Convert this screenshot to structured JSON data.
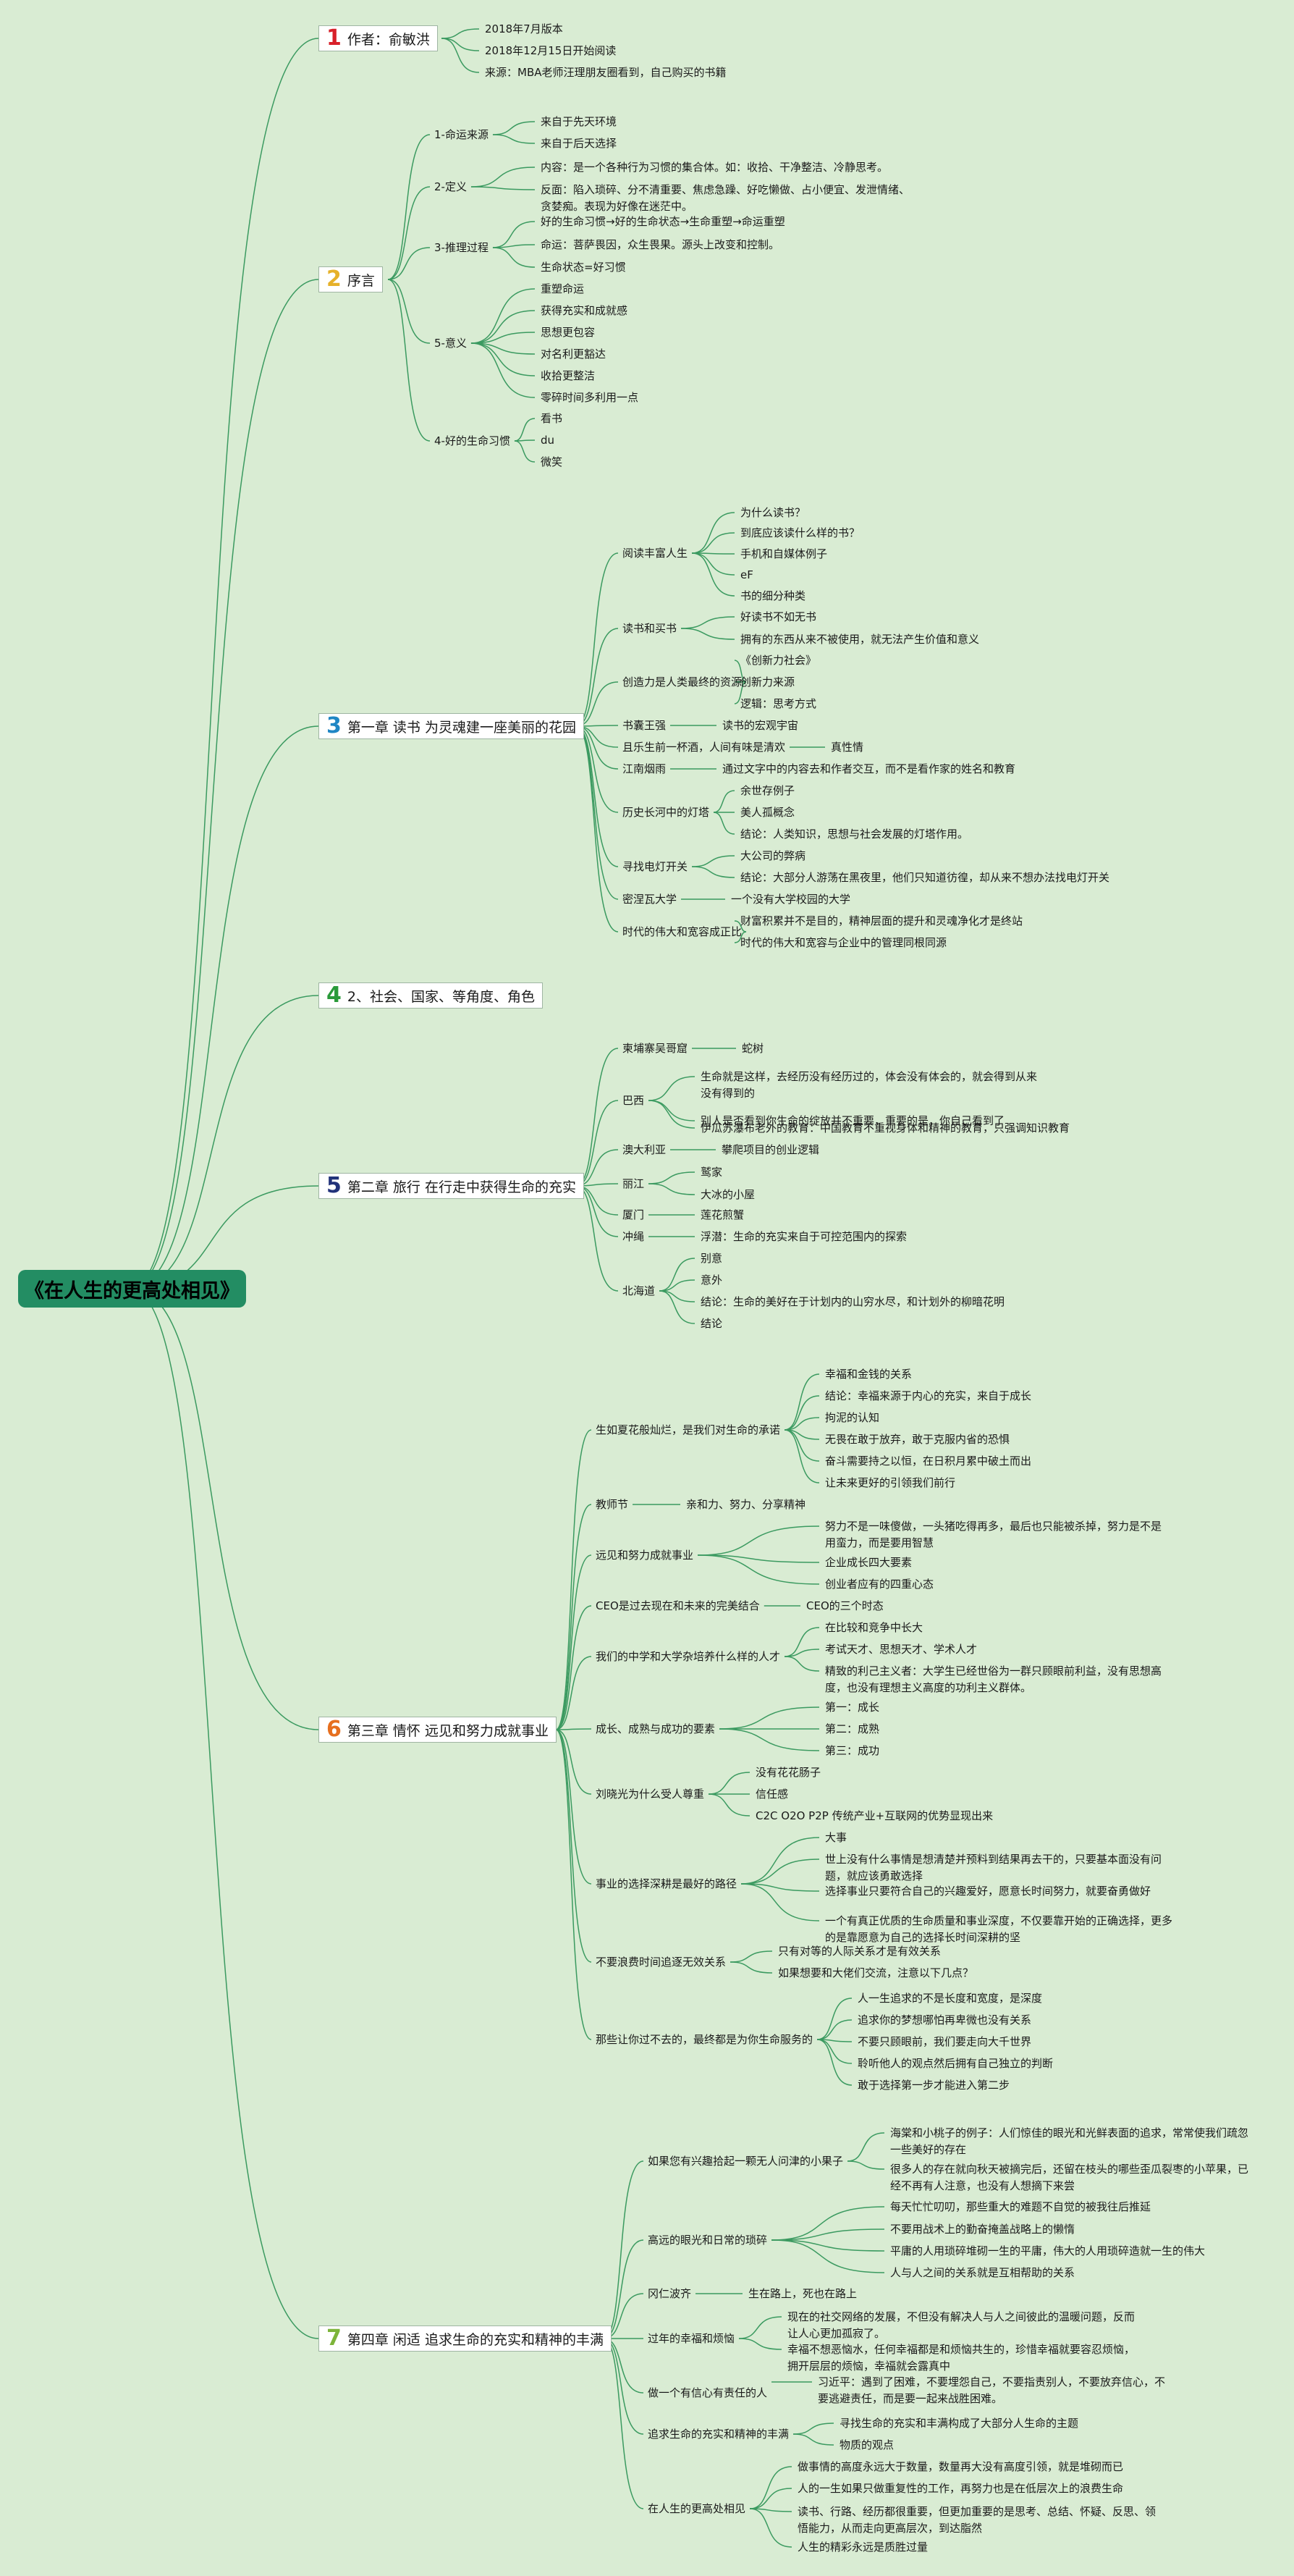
{
  "root": "《在人生的更高处相见》",
  "colors": {
    "background": "#d9ecd3",
    "root_fill": "#238d63",
    "line": "#3b9a60",
    "n1": "#d8202a",
    "n2": "#e6b12a",
    "n3": "#1f86c4",
    "n4": "#2a9a3a",
    "n5": "#22327a",
    "n6": "#e66f1f",
    "n7": "#7db43a"
  },
  "branches": [
    {
      "num": "1",
      "title": "作者：俞敏洪",
      "leaves": [
        "2018年7月版本",
        "2018年12月15日开始阅读",
        "来源：MBA老师汪理朋友圈看到，自己购买的书籍"
      ]
    },
    {
      "num": "2",
      "title": "序言",
      "groups": [
        {
          "label": "1-命运来源",
          "items": [
            "来自于先天环境",
            "来自于后天选择"
          ]
        },
        {
          "label": "2-定义",
          "items": [
            "内容：是一个各种行为习惯的集合体。如：收拾、干净整洁、冷静思考。",
            "反面：陷入琐碎、分不清重要、焦虑急躁、好吃懒做、占小便宜、发泄情绪、贪婪痴。表现为好像在迷茫中。"
          ]
        },
        {
          "label": "3-推理过程",
          "items": [
            "好的生命习惯→好的生命状态→生命重塑→命运重塑",
            "命运：菩萨畏因，众生畏果。源头上改变和控制。",
            "生命状态=好习惯"
          ]
        },
        {
          "label": "5-意义",
          "items": [
            "重塑命运",
            "获得充实和成就感",
            "思想更包容",
            "对名利更豁达",
            "收拾更整洁",
            "零碎时间多利用一点"
          ]
        },
        {
          "label": "4-好的生命习惯",
          "items": [
            "看书",
            "du",
            "微笑"
          ]
        }
      ]
    },
    {
      "num": "3",
      "title": "第一章 读书 为灵魂建一座美丽的花园",
      "groups": [
        {
          "label": "阅读丰富人生",
          "items": [
            "为什么读书？",
            "到底应该读什么样的书？",
            "手机和自媒体例子",
            "eF",
            "书的细分种类"
          ]
        },
        {
          "label": "读书和买书",
          "items": [
            "好读书不如无书",
            "拥有的东西从来不被使用，就无法产生价值和意义"
          ]
        },
        {
          "label": "创造力是人类最终的资源",
          "items": [
            "《创新力社会》",
            "创新力来源",
            "逻辑：思考方式"
          ]
        },
        {
          "label": "书囊王强",
          "items": [
            "读书的宏观宇宙"
          ]
        },
        {
          "label": "且乐生前一杯酒，人间有味是清欢",
          "items": [
            "真性情"
          ]
        },
        {
          "label": "江南烟雨",
          "items": [
            "通过文字中的内容去和作者交互，而不是看作家的姓名和教育"
          ]
        },
        {
          "label": "历史长河中的灯塔",
          "items": [
            "余世存例子",
            "美人孤概念",
            "结论：人类知识，思想与社会发展的灯塔作用。"
          ]
        },
        {
          "label": "寻找电灯开关",
          "items": [
            "大公司的弊病",
            "结论：大部分人游荡在黑夜里，他们只知道彷徨，却从来不想办法找电灯开关"
          ]
        },
        {
          "label": "密涅瓦大学",
          "items": [
            "一个没有大学校园的大学"
          ]
        },
        {
          "label": "时代的伟大和宽容成正比",
          "items": [
            "财富积累并不是目的，精神层面的提升和灵魂净化才是终站",
            "时代的伟大和宽容与企业中的管理同根同源"
          ]
        }
      ]
    },
    {
      "num": "4",
      "title": "2、社会、国家、等角度、角色",
      "groups": []
    },
    {
      "num": "5",
      "title": "第二章 旅行 在行走中获得生命的充实",
      "groups": [
        {
          "label": "柬埔寨吴哥窟",
          "items": [
            "蛇树"
          ]
        },
        {
          "label": "巴西",
          "items": [
            "生命就是这样，去经历没有经历过的，体会没有体会的，就会得到从来没有得到的",
            "别人是否看到你生命的绽放并不重要，重要的是，你自己看到了",
            "伊瓜苏瀑布老外的教育：中国教育不重视身体和精神的教育，只强调知识教育"
          ]
        },
        {
          "label": "澳大利亚",
          "items": [
            "攀爬项目的创业逻辑"
          ]
        },
        {
          "label": "丽江",
          "items": [
            "鹫家",
            "大冰的小屋"
          ]
        },
        {
          "label": "厦门",
          "items": [
            "莲花煎蟹"
          ]
        },
        {
          "label": "冲绳",
          "items": [
            "浮潜：生命的充实来自于可控范围内的探索"
          ]
        },
        {
          "label": "北海道",
          "items": [
            "别意",
            "意外",
            "结论：生命的美好在于计划内的山穷水尽，和计划外的柳暗花明",
            "结论"
          ]
        }
      ]
    },
    {
      "num": "6",
      "title": "第三章 情怀 远见和努力成就事业",
      "groups": [
        {
          "label": "生如夏花般灿烂，是我们对生命的承诺",
          "items": [
            "幸福和金钱的关系",
            "结论：幸福来源于内心的充实，来自于成长",
            "拘泥的认知",
            "无畏在敢于放弃，敢于克服内省的恐惧",
            "奋斗需要持之以恒，在日积月累中破土而出",
            "让未来更好的引领我们前行"
          ]
        },
        {
          "label": "教师节",
          "items": [
            "亲和力、努力、分享精神"
          ]
        },
        {
          "label": "远见和努力成就事业",
          "items": [
            "努力不是一味傻做，一头猪吃得再多，最后也只能被杀掉，努力是不是用蛮力，而是要用智慧",
            "企业成长四大要素",
            "创业者应有的四重心态"
          ]
        },
        {
          "label": "CEO是过去现在和未来的完美结合",
          "items": [
            "CEO的三个时态"
          ]
        },
        {
          "label": "我们的中学和大学杂培养什么样的人才",
          "items": [
            "在比较和竞争中长大",
            "考试天才、思想天才、学术人才",
            "精致的利己主义者：大学生已经世俗为一群只顾眼前利益，没有思想高度，也没有理想主义高度的功利主义群体。"
          ]
        },
        {
          "label": "成长、成熟与成功的要素",
          "items": [
            "第一：成长",
            "第二：成熟",
            "第三：成功"
          ]
        },
        {
          "label": "刘晓光为什么受人尊重",
          "items": [
            "没有花花肠子",
            "信任感",
            "C2C O2O P2P 传统产业+互联网的优势显现出来"
          ]
        },
        {
          "label": "事业的选择深耕是最好的路径",
          "items": [
            "大事",
            "世上没有什么事情是想清楚并预料到结果再去干的，只要基本面没有问题，就应该勇敢选择",
            "选择事业只要符合自己的兴趣爱好，愿意长时间努力，就要奋勇做好",
            "一个有真正优质的生命质量和事业深度，不仅要靠开始的正确选择，更多的是靠愿意为自己的选择长时间深耕的坚"
          ]
        },
        {
          "label": "不要浪费时间追逐无效关系",
          "items": [
            "只有对等的人际关系才是有效关系",
            "如果想要和大佬们交流，注意以下几点？"
          ]
        },
        {
          "label": "那些让你过不去的，最终都是为你生命服务的",
          "items": [
            "人一生追求的不是长度和宽度，是深度",
            "追求你的梦想哪怕再卑微也没有关系",
            "不要只顾眼前，我们要走向大千世界",
            "聆听他人的观点然后拥有自己独立的判断",
            "敢于选择第一步才能进入第二步"
          ]
        }
      ]
    },
    {
      "num": "7",
      "title": "第四章 闲适 追求生命的充实和精神的丰满",
      "groups": [
        {
          "label": "如果您有兴趣拾起一颗无人问津的小果子",
          "items": [
            "海棠和小桃子的例子：人们惊佳的眼光和光鲜表面的追求，常常使我们疏忽一些美好的存在",
            "很多人的存在就向秋天被摘完后，还留在枝头的哪些歪瓜裂枣的小苹果，已经不再有人注意，也没有人想摘下来尝"
          ]
        },
        {
          "label": "高远的眼光和日常的琐碎",
          "items": [
            "每天忙忙叨叨，那些重大的难题不自觉的被我往后推延",
            "不要用战术上的勤奋掩盖战略上的懒惰",
            "平庸的人用琐碎堆砌一生的平庸，伟大的人用琐碎造就一生的伟大",
            "人与人之间的关系就是互相帮助的关系"
          ]
        },
        {
          "label": "冈仁波齐",
          "items": [
            "生在路上，死也在路上"
          ]
        },
        {
          "label": "过年的幸福和烦恼",
          "items": [
            "现在的社交网络的发展，不但没有解决人与人之间彼此的温暖问题，反而让人心更加孤寂了。",
            "幸福不想恶恼水，任何幸福都是和烦恼共生的，珍惜幸福就要容忍烦恼，拥开层层的烦恼，幸福就会露真中"
          ]
        },
        {
          "label": "做一个有信心有责任的人",
          "items": [
            "习近平：遇到了困难，不要埋怨自己，不要指责别人，不要放弃信心，不要逃避责任，而是要一起来战胜困难。"
          ]
        },
        {
          "label": "追求生命的充实和精神的丰满",
          "items": [
            "寻找生命的充实和丰满构成了大部分人生命的主题",
            "物质的观点"
          ]
        },
        {
          "label": "在人生的更高处相见",
          "items": [
            "做事情的高度永远大于数量，数量再大没有高度引领，就是堆砌而已",
            "人的一生如果只做重复性的工作，再努力也是在低层次上的浪费生命",
            "读书、行路、经历都很重要，但更加重要的是思考、总结、怀疑、反思、领悟能力，从而走向更高层次，到达脂然",
            "人生的精彩永远是质胜过量"
          ]
        }
      ]
    }
  ]
}
